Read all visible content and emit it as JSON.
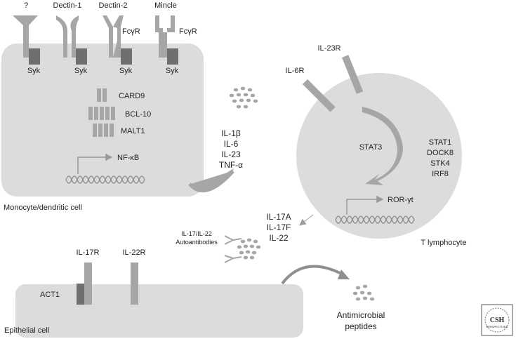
{
  "colors": {
    "cell_fill": "#dcdcdc",
    "receptor": "#a6a6a6",
    "kinase": "#6f6f6f",
    "arrow": "#9a9a9a",
    "text": "#222222"
  },
  "monocyte": {
    "receptors": [
      "?",
      "Dectin-1",
      "Dectin-2",
      "Mincle"
    ],
    "fcr_labels": [
      "FcγR",
      "FcγR"
    ],
    "syk_labels": [
      "Syk",
      "Syk",
      "Syk",
      "Syk"
    ],
    "adaptors": [
      "CARD9",
      "BCL-10",
      "MALT1"
    ],
    "transcription_factor": "NF-κB",
    "cell_label": "Monocyte/dendritic cell"
  },
  "cytokines": [
    "IL-1β",
    "IL-6",
    "IL-23",
    "TNF-α"
  ],
  "tcell": {
    "receptors": [
      "IL-23R",
      "IL-6R"
    ],
    "signal": "STAT3",
    "factors": [
      "STAT1",
      "DOCK8",
      "STK4",
      "IRF8"
    ],
    "transcription_factor": "ROR-γt",
    "outputs": [
      "IL-17A",
      "IL-17F",
      "IL-22"
    ],
    "cell_label": "T lymphocyte"
  },
  "autoantibodies": {
    "line1": "IL-17/IL-22",
    "line2": "Autoantibodies"
  },
  "epithelial": {
    "receptors": [
      "IL-17R",
      "IL-22R"
    ],
    "adaptor": "ACT1",
    "cell_label": "Epithelial cell"
  },
  "antimicrobial": {
    "line1": "Antimicrobial",
    "line2": "peptides"
  },
  "logo": {
    "line1": "CSH",
    "line2": "PERSPECTIVES"
  }
}
